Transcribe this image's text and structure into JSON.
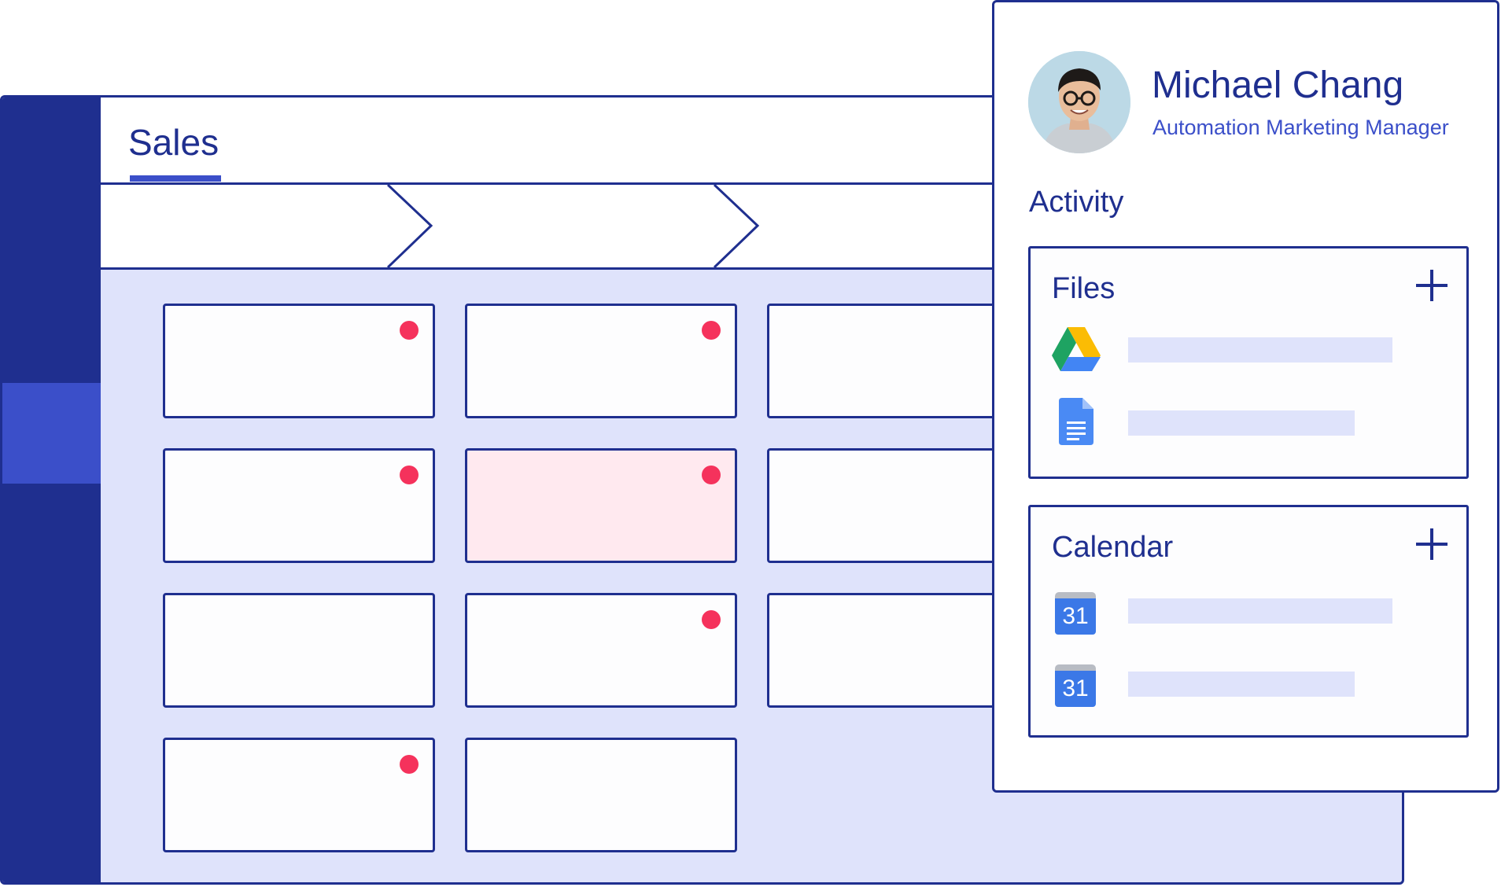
{
  "board": {
    "tab_label": "Sales",
    "cards": [
      {
        "col": 0,
        "row": 0,
        "has_dot": true,
        "highlighted": false
      },
      {
        "col": 1,
        "row": 0,
        "has_dot": true,
        "highlighted": false
      },
      {
        "col": 2,
        "row": 0,
        "has_dot": false,
        "highlighted": false
      },
      {
        "col": 0,
        "row": 1,
        "has_dot": true,
        "highlighted": false
      },
      {
        "col": 1,
        "row": 1,
        "has_dot": true,
        "highlighted": true
      },
      {
        "col": 2,
        "row": 1,
        "has_dot": false,
        "highlighted": false
      },
      {
        "col": 0,
        "row": 2,
        "has_dot": false,
        "highlighted": false
      },
      {
        "col": 1,
        "row": 2,
        "has_dot": true,
        "highlighted": false
      },
      {
        "col": 2,
        "row": 2,
        "has_dot": false,
        "highlighted": false
      },
      {
        "col": 0,
        "row": 3,
        "has_dot": true,
        "highlighted": false
      },
      {
        "col": 1,
        "row": 3,
        "has_dot": false,
        "highlighted": false
      }
    ]
  },
  "contact": {
    "name": "Michael Chang",
    "title": "Automation Marketing Manager",
    "avatar_icon": "user-avatar"
  },
  "activity": {
    "heading": "Activity",
    "files": {
      "title": "Files",
      "items": [
        {
          "icon": "google-drive-icon"
        },
        {
          "icon": "google-docs-icon"
        }
      ]
    },
    "calendar": {
      "title": "Calendar",
      "items": [
        {
          "icon": "google-calendar-icon",
          "day": "31"
        },
        {
          "icon": "google-calendar-icon",
          "day": "31"
        }
      ]
    }
  },
  "colors": {
    "navy": "#1f2f8f",
    "accent": "#3b4fc9",
    "board_bg": "#dfe3fb",
    "alert_dot": "#f5325c",
    "highlight_card": "#ffe9ef"
  }
}
